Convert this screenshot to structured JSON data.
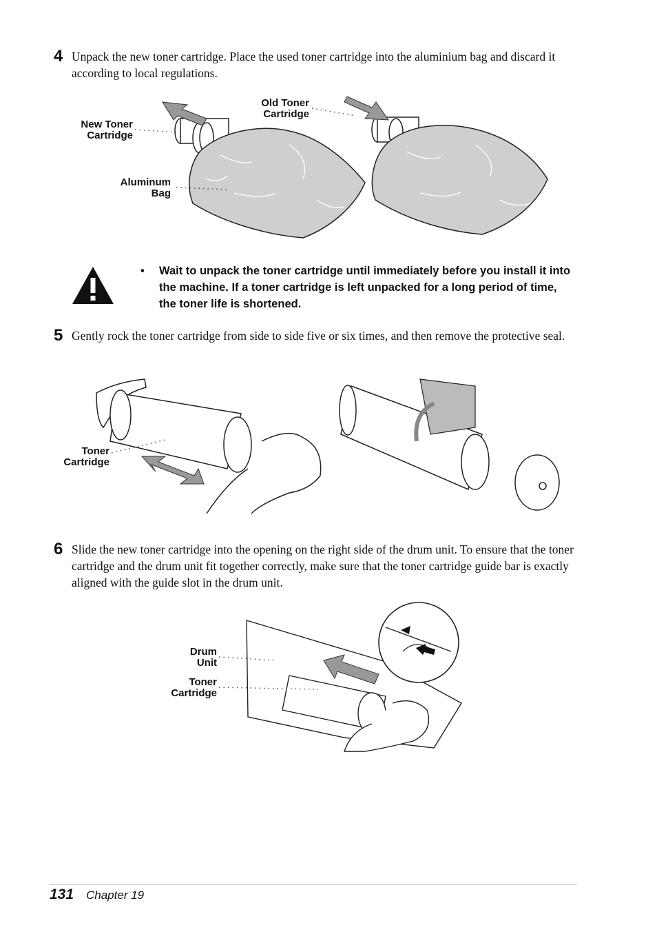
{
  "steps": [
    {
      "number": "4",
      "text": "Unpack the new toner cartridge. Place the used toner cartridge into the aluminium bag and discard it according to local regulations."
    },
    {
      "number": "5",
      "text": "Gently rock the toner cartridge from side to side five or six times, and then remove the protective seal."
    },
    {
      "number": "6",
      "text": "Slide the new toner cartridge into the opening on the right side of the drum unit. To ensure that the toner cartridge and the drum unit fit together correctly, make sure that the toner cartridge guide bar is exactly aligned with the guide slot in the drum unit."
    }
  ],
  "figure1": {
    "labels": {
      "new_toner_1": "New Toner",
      "new_toner_2": "Cartridge",
      "old_toner_1": "Old Toner",
      "old_toner_2": "Cartridge",
      "bag_1": "Aluminum",
      "bag_2": "Bag"
    }
  },
  "warning": {
    "bullet": "•",
    "text": "Wait to unpack the toner cartridge until immediately before you install it into the machine. If a toner cartridge is left unpacked for a long period of time, the toner life is shortened.",
    "icon": "exclamation-triangle-icon"
  },
  "figure2": {
    "labels": {
      "toner_1": "Toner",
      "toner_2": "Cartridge"
    }
  },
  "figure3": {
    "labels": {
      "drum_1": "Drum",
      "drum_2": "Unit",
      "toner_1": "Toner",
      "toner_2": "Cartridge"
    }
  },
  "footer": {
    "page_number": "131",
    "chapter": "Chapter 19"
  }
}
